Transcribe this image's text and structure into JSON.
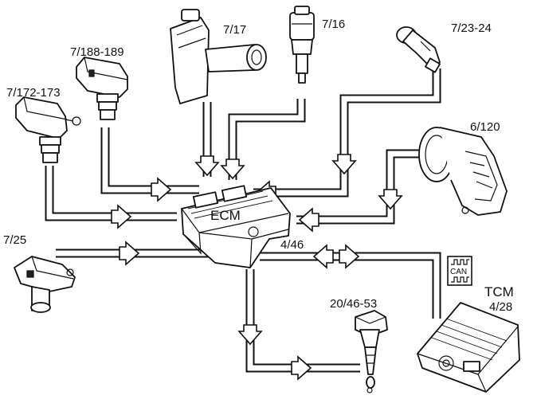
{
  "diagram": {
    "components": {
      "ecm": {
        "title": "ECM"
      },
      "ecm_ref": {
        "label": "4/46"
      },
      "tcm": {
        "title": "TCM",
        "label": "4/28"
      },
      "can_badge": {
        "text": "CAN"
      },
      "sensor_7_17": {
        "label": "7/17"
      },
      "sensor_7_16": {
        "label": "7/16"
      },
      "sensor_7_23_24": {
        "label": "7/23-24"
      },
      "sensor_7_188_189": {
        "label": "7/188-189"
      },
      "sensor_7_172_173": {
        "label": "7/172-173"
      },
      "throttle_6_120": {
        "label": "6/120"
      },
      "sensor_7_25": {
        "label": "7/25"
      },
      "coil_20_46_53": {
        "label": "20/46-53"
      }
    },
    "colors": {
      "line": "#111111",
      "background": "#ffffff"
    }
  }
}
